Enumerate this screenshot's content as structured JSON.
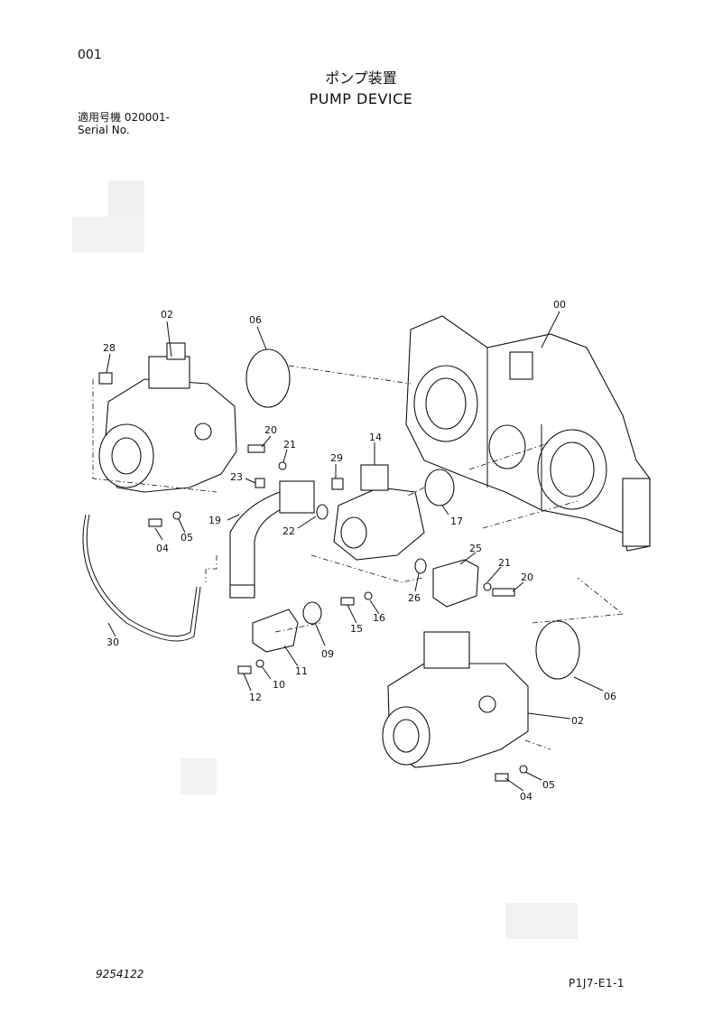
{
  "header": {
    "page_number": "001",
    "title_jp": "ポンプ装置",
    "title_en": "PUMP DEVICE",
    "serial_label_jp": "適用号機  020001-",
    "serial_label_en": "Serial No."
  },
  "callouts": [
    "00",
    "02",
    "02",
    "04",
    "04",
    "05",
    "05",
    "06",
    "06",
    "09",
    "10",
    "11",
    "12",
    "14",
    "15",
    "16",
    "17",
    "19",
    "20",
    "20",
    "21",
    "21",
    "22",
    "23",
    "25",
    "26",
    "28",
    "29",
    "30"
  ],
  "footer": {
    "document_number": "9254122",
    "figure_code": "P1J7-E1-1"
  }
}
